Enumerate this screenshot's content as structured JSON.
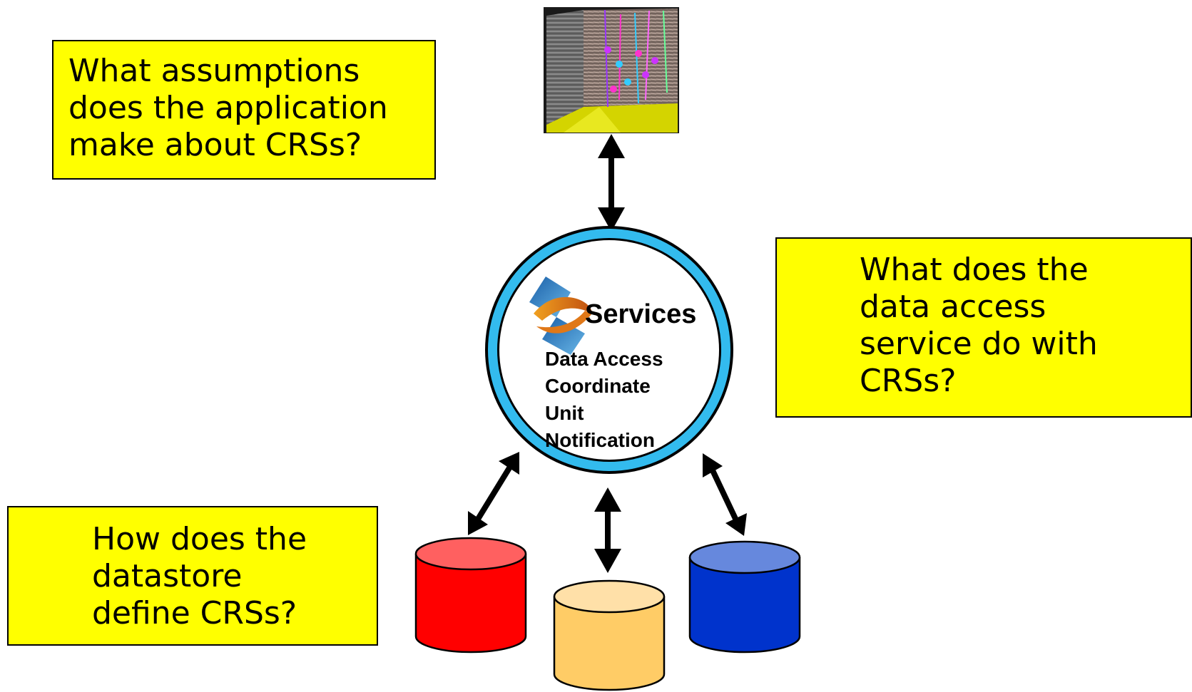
{
  "callouts": {
    "application": [
      "What assumptions",
      "does the application",
      "make about CRSs?"
    ],
    "service": [
      "What does the",
      "data access",
      "service do with",
      "CRSs?"
    ],
    "datastore": [
      "How does the",
      "datastore",
      "define CRSs?"
    ]
  },
  "services_hub": {
    "title": "Services",
    "items": [
      "Data Access",
      "Coordinate",
      "Unit",
      "Notification"
    ]
  },
  "datastores": [
    {
      "color": "#ff0000",
      "top_color": "#ff6060"
    },
    {
      "color": "#ffcc66",
      "top_color": "#ffe0a8"
    },
    {
      "color": "#0033cc",
      "top_color": "#6688dd"
    }
  ],
  "colors": {
    "callout_bg": "#ffff00",
    "ring": "#33bbee",
    "arrow": "#000000"
  },
  "icons": [
    "application-3d-view-icon",
    "services-logo-icon"
  ]
}
